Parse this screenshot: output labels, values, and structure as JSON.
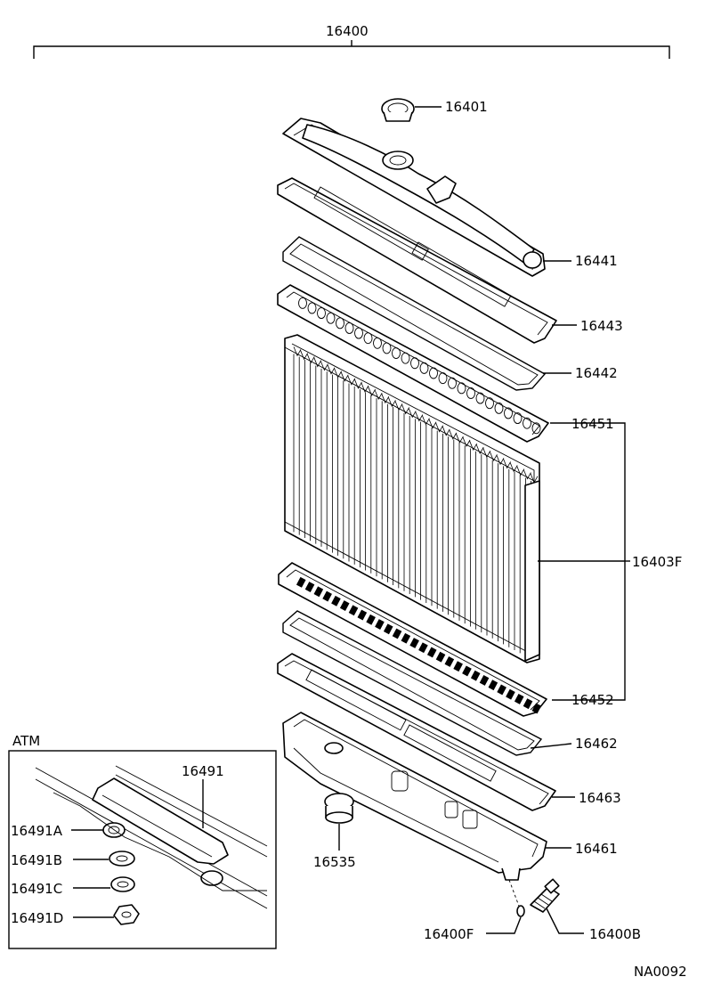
{
  "callouts": {
    "assembly": "16400",
    "cap": "16401",
    "upper_tank": "16441",
    "upper_plate": "16443",
    "upper_gasket": "16442",
    "core_upper": "16451",
    "core_assembly": "16403F",
    "core_lower": "16452",
    "lower_gasket": "16462",
    "lower_plate": "16463",
    "lower_tank": "16461",
    "drain_cock": "16535",
    "plug_oring": "16400F",
    "drain_plug": "16400B"
  },
  "atm_inset": {
    "label": "ATM",
    "cooler": "16491",
    "part_a": "16491A",
    "part_b": "16491B",
    "part_c": "16491C",
    "part_d": "16491D"
  },
  "figure_code": "NA0092"
}
